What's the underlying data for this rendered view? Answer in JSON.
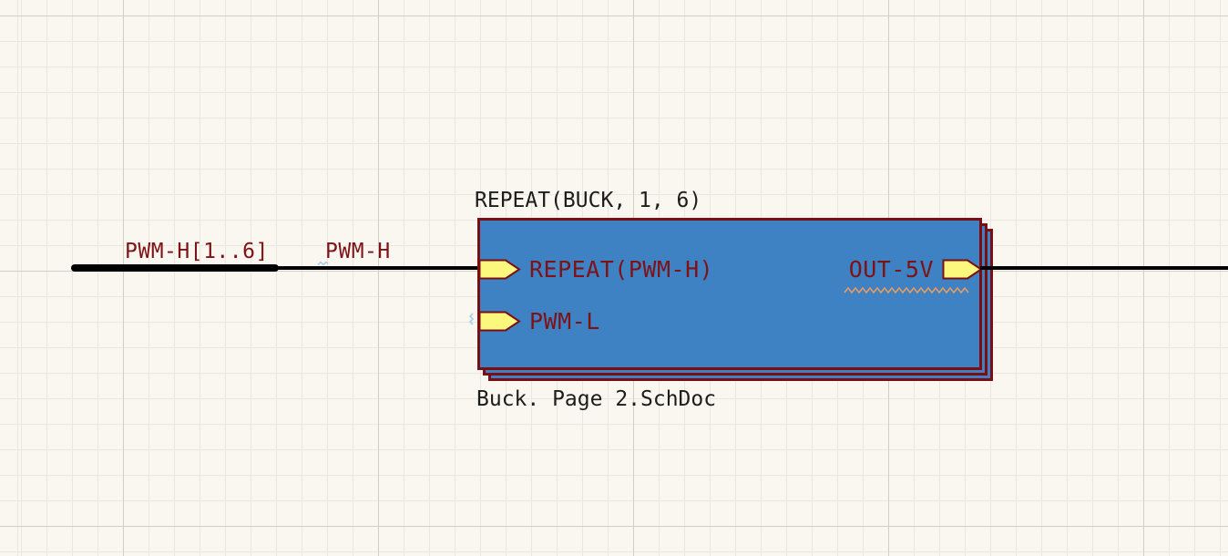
{
  "canvas": {
    "tool": "schematic-editor"
  },
  "bus": {
    "label": "PWM-H[1..6]"
  },
  "wire": {
    "label": "PWM-H"
  },
  "sheet_symbol": {
    "designator": "REPEAT(BUCK, 1, 6)",
    "filename": "Buck. Page 2.SchDoc",
    "stack_layers": 3,
    "ports": [
      {
        "name": "REPEAT(PWM-H)",
        "side": "left"
      },
      {
        "name": "PWM-L",
        "side": "left"
      },
      {
        "name": "OUT-5V",
        "side": "right"
      }
    ]
  },
  "colors": {
    "background": "#faf7f0",
    "grid_minor": "#e9e7de",
    "grid_major": "#d0cec7",
    "wire": "#000000",
    "net_label_text": "#7d1317",
    "sheet_fill": "#3e82c4",
    "sheet_border": "#7a0e13",
    "port_fill": "#fbf87d",
    "black_label_text": "#1c1c1c",
    "compile_mask_zigzag": "#e89b60",
    "compile_marker": "#aecde8"
  }
}
